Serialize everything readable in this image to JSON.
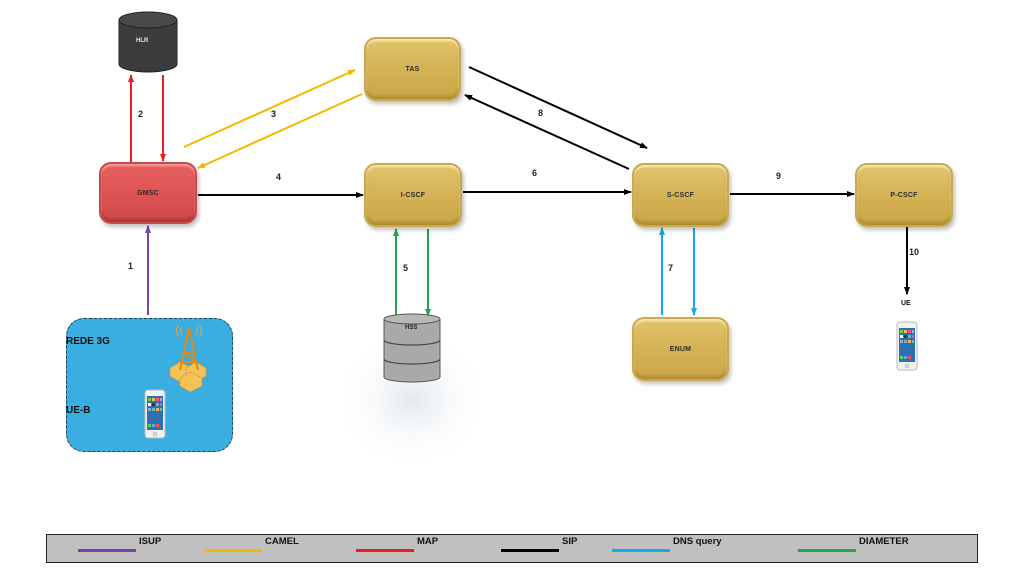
{
  "nodes": {
    "hlr": {
      "label": "HLR"
    },
    "gmsc": {
      "label": "GMSC"
    },
    "tas": {
      "label": "TAS"
    },
    "icscf": {
      "label": "I-CSCF"
    },
    "scscf": {
      "label": "S-CSCF"
    },
    "pcscf": {
      "label": "P-CSCF"
    },
    "hss": {
      "label": "HSS"
    },
    "enum": {
      "label": "ENUM"
    },
    "ue": {
      "label": "UE"
    }
  },
  "access_network": {
    "label": "REDE 3G",
    "device_label": "UE-B"
  },
  "steps": [
    {
      "number": "1",
      "protocol": "ISUP",
      "from": "UE-B",
      "to": "GMSC"
    },
    {
      "number": "2",
      "protocol": "MAP",
      "from": "GMSC",
      "to": "HLR",
      "bidirectional": true
    },
    {
      "number": "3",
      "protocol": "CAMEL",
      "from": "GMSC",
      "to": "TAS",
      "bidirectional": true
    },
    {
      "number": "4",
      "protocol": "SIP",
      "from": "GMSC",
      "to": "I-CSCF"
    },
    {
      "number": "5",
      "protocol": "DIAMETER",
      "from": "I-CSCF",
      "to": "HSS",
      "bidirectional": true
    },
    {
      "number": "6",
      "protocol": "SIP",
      "from": "I-CSCF",
      "to": "S-CSCF"
    },
    {
      "number": "7",
      "protocol": "DNS query",
      "from": "S-CSCF",
      "to": "ENUM",
      "bidirectional": true
    },
    {
      "number": "8",
      "protocol": "SIP",
      "from": "S-CSCF",
      "to": "TAS",
      "bidirectional": true
    },
    {
      "number": "9",
      "protocol": "SIP",
      "from": "S-CSCF",
      "to": "P-CSCF"
    },
    {
      "number": "10",
      "protocol": "SIP",
      "from": "P-CSCF",
      "to": "UE"
    }
  ],
  "legend": [
    {
      "label": "ISUP",
      "color": "#7b3fb5"
    },
    {
      "label": "CAMEL",
      "color": "#f5b800"
    },
    {
      "label": "MAP",
      "color": "#ee1c1c"
    },
    {
      "label": "SIP",
      "color": "#000000"
    },
    {
      "label": "DNS query",
      "color": "#1aa7e6"
    },
    {
      "label": "DIAMETER",
      "color": "#1fa64a"
    }
  ],
  "colors": {
    "ims_node": "#d6b457",
    "gmsc_node": "#de5454",
    "hlr_db": "#3c3c3c",
    "hss_db": "#a9a9a9",
    "access_network_fill": "#3aaee0",
    "legend_bg": "#c0c0c0"
  }
}
